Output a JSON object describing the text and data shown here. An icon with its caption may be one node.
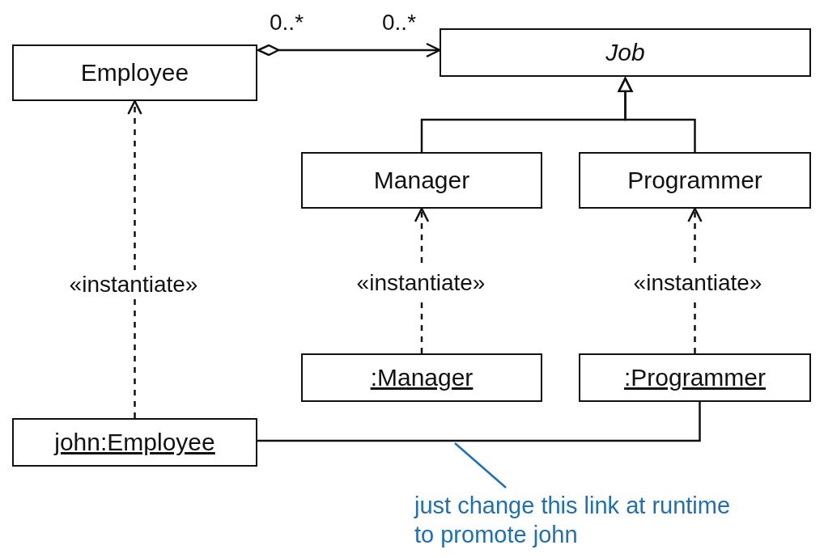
{
  "diagram": {
    "nodes": [
      {
        "text": [
          "Employee"
        ]
      },
      {
        "text": [
          "Job"
        ]
      },
      {
        "text": [
          "Manager"
        ]
      },
      {
        "text": [
          "Programmer"
        ]
      },
      {
        "text": [
          ":Manager"
        ]
      },
      {
        "text": [
          ":Programmer"
        ]
      },
      {
        "text": [
          "john:Employee"
        ]
      },
      {
        "text": [
          "just change this link at runtime to promote john"
        ]
      }
    ],
    "edges": [
      {
        "from": 0,
        "to": 1,
        "arrow": "to"
      },
      {
        "from": 2,
        "to": 1,
        "arrow": "to"
      },
      {
        "from": 3,
        "to": 1,
        "arrow": "to"
      },
      {
        "from": 6,
        "to": 0,
        "arrow": "to",
        "style": "dashed",
        "label": "«instantiate»"
      },
      {
        "from": 4,
        "to": 2,
        "arrow": "to",
        "style": "dashed",
        "label": "«instantiate»"
      },
      {
        "from": 5,
        "to": 3,
        "arrow": "to",
        "style": "dashed",
        "label": "«instantiate»"
      },
      {
        "from": 6,
        "to": 5,
        "arrow": "none"
      },
      {
        "from": 7,
        "to": null,
        "arrow": "none",
        "color": "#1f6fb5"
      }
    ],
    "labels": [
      "0..*",
      "0..*"
    ]
  }
}
